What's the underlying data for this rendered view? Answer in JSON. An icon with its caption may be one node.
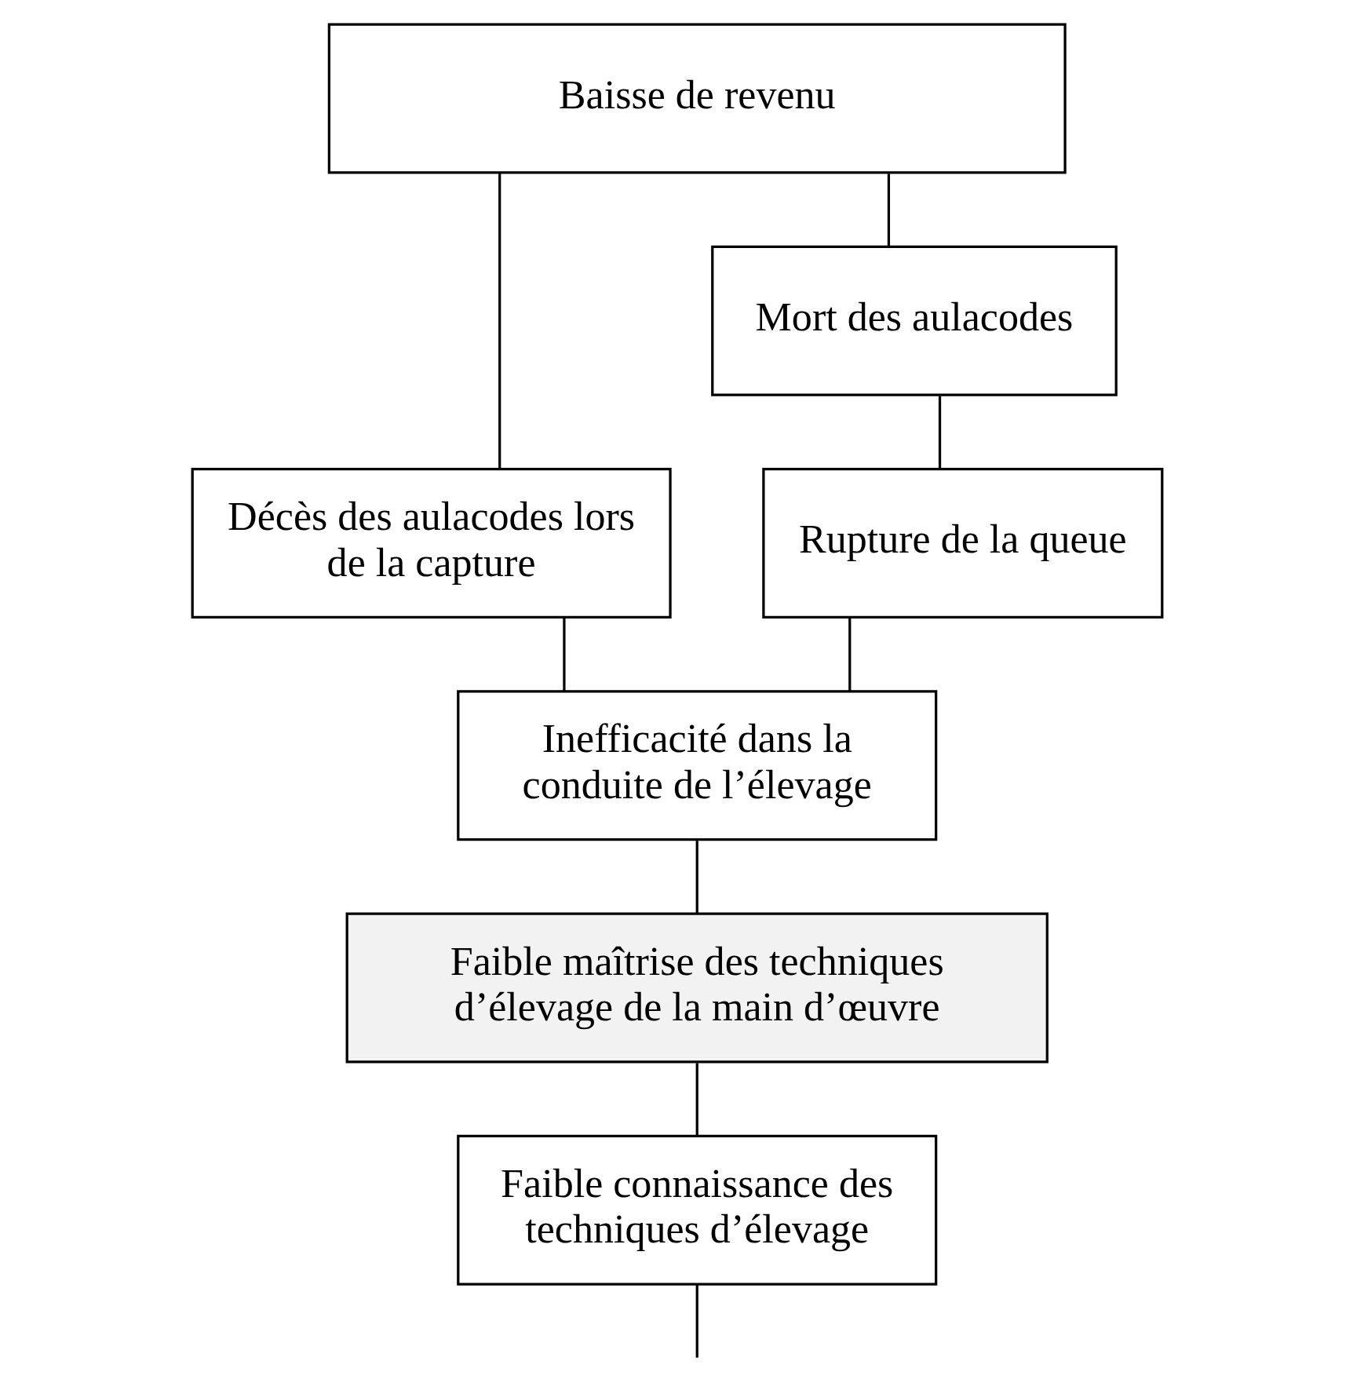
{
  "diagram": {
    "nodes": [
      {
        "text": [
          "Baisse de revenu"
        ]
      },
      {
        "text": [
          "Décès des aulacodes lors de la capture"
        ]
      },
      {
        "text": [
          "Mort des aulacodes"
        ]
      },
      {
        "text": [
          "Rupture de la queue"
        ]
      },
      {
        "text": [
          "Inefficacité dans la conduite de l’élevage"
        ]
      },
      {
        "text": [
          "Faible maîtrise des techniques d’élevage de la main d’œuvre"
        ]
      },
      {
        "text": [
          "Faible connaissance des techniques d’élevage"
        ]
      }
    ],
    "edges": [
      {
        "from": 0,
        "to": 1,
        "arrow": "none"
      },
      {
        "from": 0,
        "to": 2,
        "arrow": "none"
      },
      {
        "from": 2,
        "to": 3,
        "arrow": "none"
      },
      {
        "from": 1,
        "to": 4,
        "arrow": "none"
      },
      {
        "from": 3,
        "to": 4,
        "arrow": "none"
      },
      {
        "from": 4,
        "to": 5,
        "arrow": "none"
      },
      {
        "from": 5,
        "to": 6,
        "arrow": "none"
      },
      {
        "from": 6,
        "to": null,
        "arrow": "none"
      }
    ]
  }
}
